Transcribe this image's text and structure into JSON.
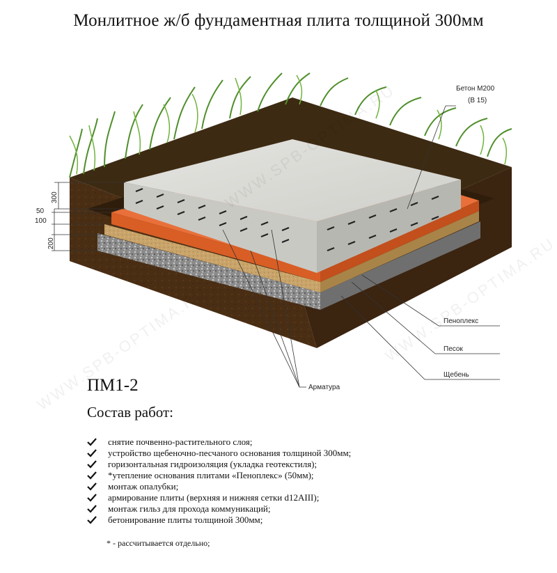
{
  "title": "Монлитное ж/б фундаментная плита толщиной 300мм",
  "watermark": "WWW.SPB-OPTIMA.RU",
  "diagram": {
    "layers": [
      {
        "name": "Бетон М200",
        "sub": "(В 15)"
      },
      {
        "name": "Пеноплекс"
      },
      {
        "name": "Песок"
      },
      {
        "name": "Щебень"
      },
      {
        "name": "Арматура"
      }
    ],
    "dimensions": [
      "300",
      "50",
      "100",
      "200"
    ],
    "colors": {
      "concrete": "#d9d9d6",
      "penoplex": "#e9703a",
      "sand": "#c9a46a",
      "gravel": "#8c8c8c",
      "soil": "#4a2e14",
      "grass": "#4f8f2a"
    }
  },
  "code": "ПМ1-2",
  "works_title": "Состав работ:",
  "works": [
    "снятие почвенно-растительного слоя;",
    "устройство щебеночно-песчаного основания толщиной 300мм;",
    "горизонтальная гидроизоляция (укладка геотекстиля);",
    "*утепление основания плитами «Пеноплекс» (50мм);",
    "монтаж опалубки;",
    "армирование плиты (верхняя и нижняя сетки d12AIII);",
    "монтаж гильз для прохода коммуникаций;",
    "бетонирование плиты толщиной 300мм;"
  ],
  "note": "* - рассчитывается отдельно;"
}
